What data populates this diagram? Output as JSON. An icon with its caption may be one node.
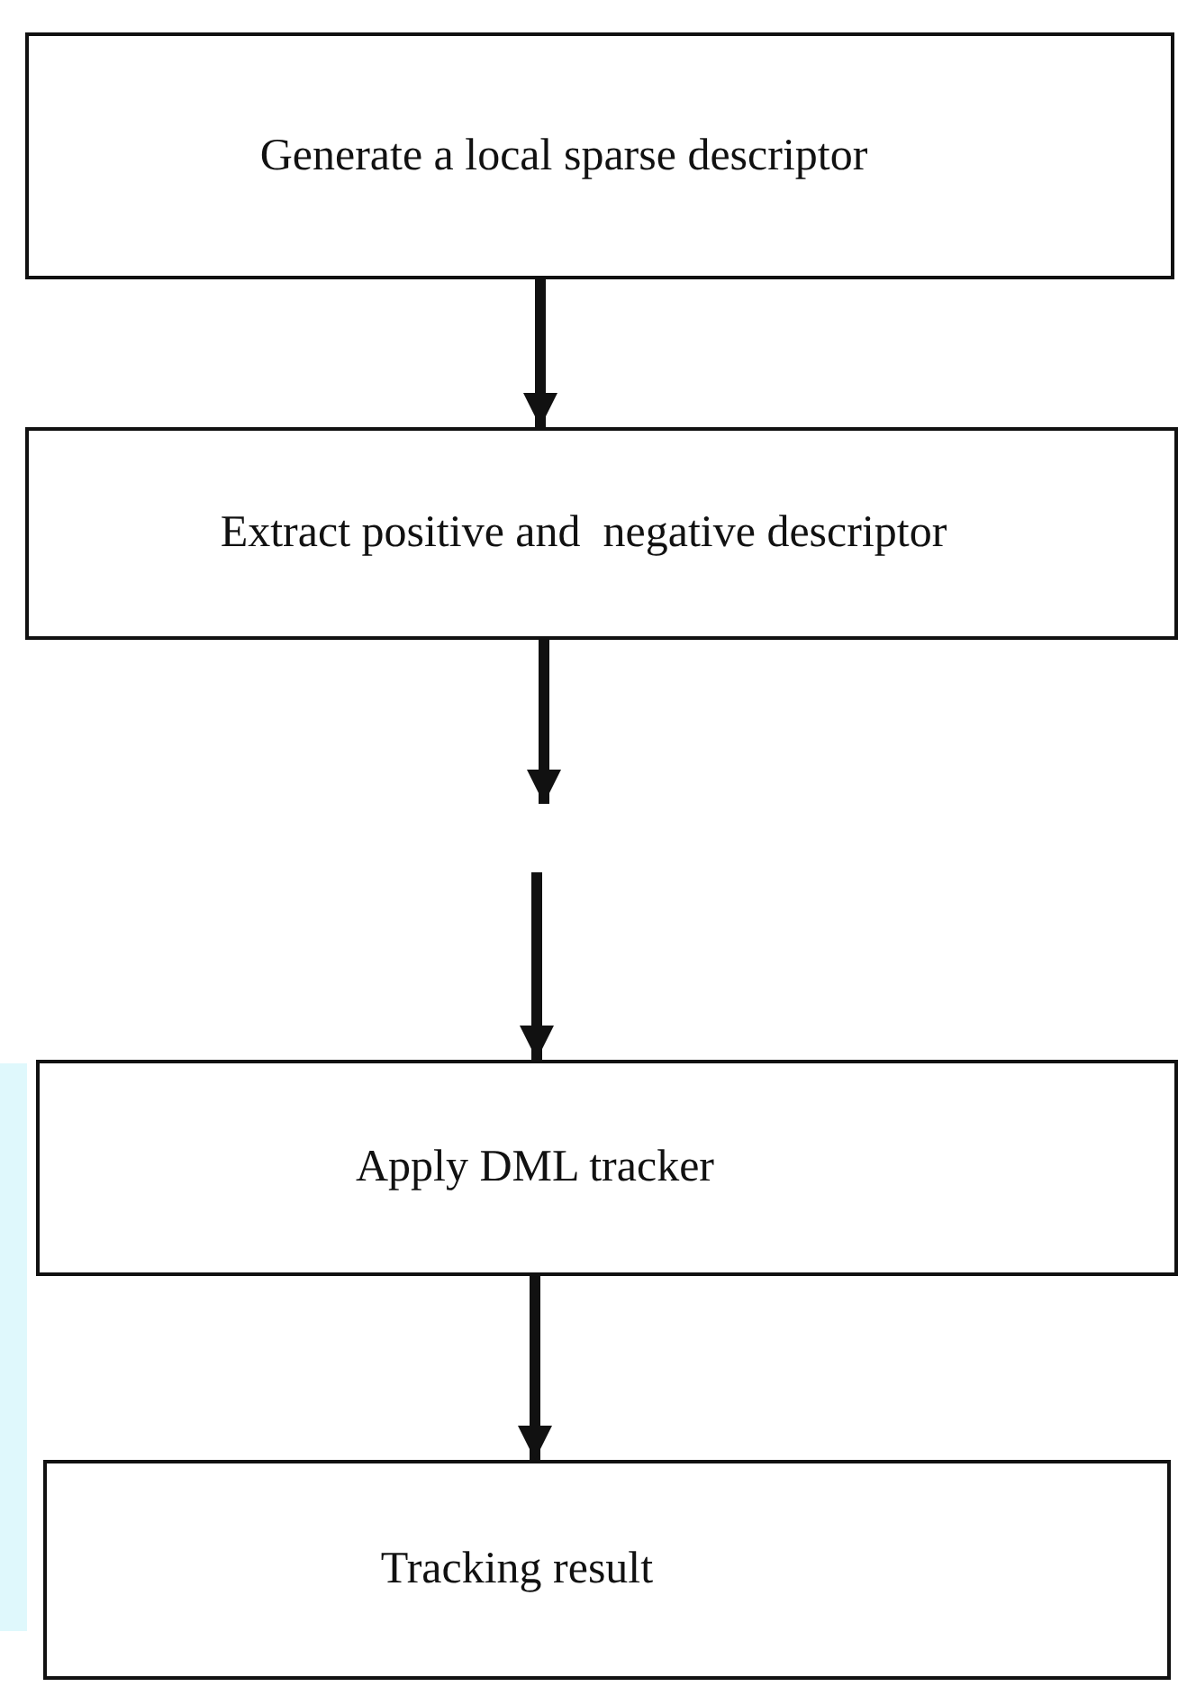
{
  "diagram": {
    "nodes": [
      {
        "text": [
          "Generate a local sparse descriptor"
        ]
      },
      {
        "text": [
          "Extract positive and  negative descriptor"
        ]
      },
      {
        "text": [
          "Apply DML tracker"
        ]
      },
      {
        "text": [
          "Tracking result"
        ]
      }
    ],
    "edges": [
      {
        "from": 0,
        "to": 1,
        "arrow": "to"
      },
      {
        "from": 1,
        "to": null,
        "arrow": "to"
      },
      {
        "from": null,
        "to": 2,
        "arrow": "to"
      },
      {
        "from": 2,
        "to": 3,
        "arrow": "to"
      }
    ]
  }
}
